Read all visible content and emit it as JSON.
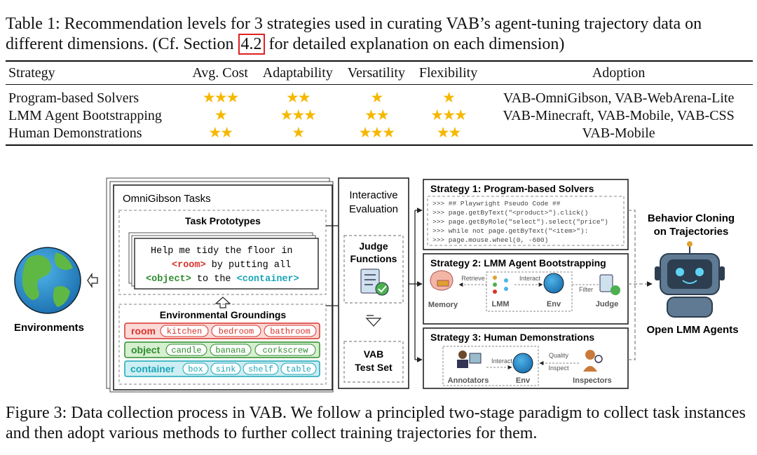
{
  "table_caption": {
    "prefix": "Table 1: Recommendation levels for 3 strategies used in curating VAB’s agent-tuning trajectory data on different dimensions. (Cf. Section ",
    "ref": "4.2",
    "suffix": " for detailed explanation on each dimension)"
  },
  "table": {
    "headers": [
      "Strategy",
      "Avg. Cost",
      "Adaptability",
      "Versatility",
      "Flexibility",
      "Adoption"
    ],
    "rows": [
      {
        "strategy": "Program-based Solvers",
        "stars": [
          3,
          2,
          1,
          1
        ],
        "adoption": "VAB-OmniGibson, VAB-WebArena-Lite"
      },
      {
        "strategy": "LMM Agent Bootstrapping",
        "stars": [
          1,
          3,
          2,
          3
        ],
        "adoption": "VAB-Minecraft, VAB-Mobile, VAB-CSS"
      },
      {
        "strategy": "Human Demonstrations",
        "stars": [
          2,
          1,
          3,
          2
        ],
        "adoption": "VAB-Mobile"
      }
    ]
  },
  "figure": {
    "environments_label": "Environments",
    "omni_title": "OmniGibson Tasks",
    "task_prototypes": "Task Prototypes",
    "prompt_line1": "Help me tidy the floor in",
    "prompt_room": "<room>",
    "prompt_line2_rest": " by putting all",
    "prompt_object": "<object>",
    "prompt_to_the": " to the ",
    "prompt_container": "<container>",
    "env_groundings": "Environmental Groundings",
    "groundings": [
      {
        "key": "room",
        "values": [
          "kitchen",
          "bedroom",
          "bathroom"
        ],
        "color": "#d9342b",
        "bg": "#fbd9d7"
      },
      {
        "key": "object",
        "values": [
          "candle",
          "banana",
          "corkscrew"
        ],
        "color": "#2e8b2e",
        "bg": "#d6f0cf"
      },
      {
        "key": "container",
        "values": [
          "box",
          "sink",
          "shelf",
          "table"
        ],
        "color": "#1aa6b8",
        "bg": "#cdeef3"
      }
    ],
    "interactive_eval_l1": "Interactive",
    "interactive_eval_l2": "Evaluation",
    "judge_l1": "Judge",
    "judge_l2": "Functions",
    "test_l1": "VAB",
    "test_l2": "Test Set",
    "strategy1_title": "Strategy 1: Program-based Solvers",
    "code_lines": [
      ">>> ## Playwright Pseudo Code ##",
      ">>> page.getByText(\"<product>\").click()",
      ">>> page.getByRole(\"select\").select(\"price\")",
      ">>> while not page.getByText(\"<item>\"):",
      ">>>       page.mouse.wheel(0, -600)"
    ],
    "strategy2_title": "Strategy 2: LMM Agent Bootstrapping",
    "s2_memory": "Memory",
    "s2_retrieve": "Retrieve",
    "s2_lmm": "LMM",
    "s2_interact": "Interact",
    "s2_env": "Env",
    "s2_filter": "Filter",
    "s2_judge": "Judge",
    "strategy3_title": "Strategy 3: Human Demonstrations",
    "s3_annotators": "Annotators",
    "s3_interact": "Interact",
    "s3_env": "Env",
    "s3_quality": "Quality",
    "s3_inspect": "Inspect",
    "s3_inspectors": "Inspectors",
    "bc_l1": "Behavior Cloning",
    "bc_l2": "on Trajectories",
    "open_lmm": "Open LMM Agents"
  },
  "figure_caption": "Figure 3: Data collection process in VAB. We follow a principled two-stage paradigm to collect task instances and then adopt various methods to further collect training trajectories for them.",
  "colors": {
    "star": "#f5b800",
    "ref_box": "#e02020"
  }
}
